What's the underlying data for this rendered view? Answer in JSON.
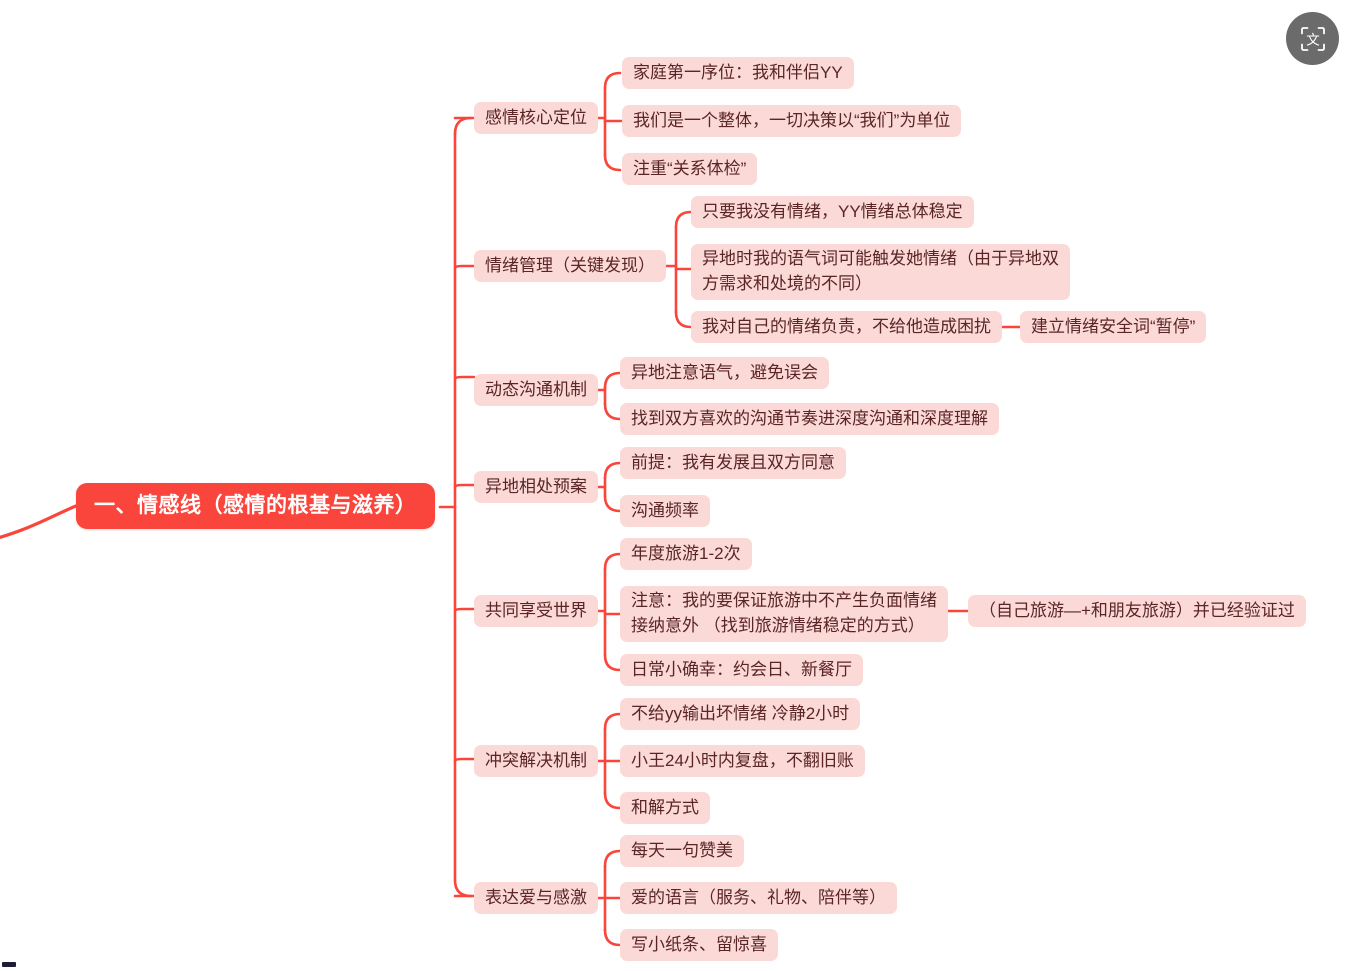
{
  "app": {
    "background_color": "#ffffff",
    "accent_color": "#f9453c",
    "node_fill_color": "#fbd9d7",
    "node_text_color": "#5a2525",
    "root_text_color": "#ffffff"
  },
  "toolbar": {
    "translate_button_label": "文",
    "translate_button_name": "translate-icon",
    "translate_button_color": "#6b6b6b"
  },
  "mindmap": {
    "root": {
      "label": "一、情感线（感情的根基与滋养）"
    },
    "branches": [
      {
        "label": "感情核心定位",
        "children": [
          {
            "label": "家庭第一序位：我和伴侣YY",
            "children": []
          },
          {
            "label": "我们是一个整体，一切决策以“我们”为单位",
            "children": []
          },
          {
            "label": "注重“关系体检”",
            "children": []
          }
        ]
      },
      {
        "label": "情绪管理（关键发现）",
        "children": [
          {
            "label": "只要我没有情绪，YY情绪总体稳定",
            "children": []
          },
          {
            "label": "异地时我的语气词可能触发她情绪（由于异地双\n方需求和处境的不同）",
            "children": []
          },
          {
            "label": "我对自己的情绪负责，不给他造成困扰",
            "children": [
              {
                "label": "建立情绪安全词“暂停”"
              }
            ]
          }
        ]
      },
      {
        "label": "动态沟通机制",
        "children": [
          {
            "label": "异地注意语气，避免误会",
            "children": []
          },
          {
            "label": "找到双方喜欢的沟通节奏进深度沟通和深度理解",
            "children": []
          }
        ]
      },
      {
        "label": "异地相处预案",
        "children": [
          {
            "label": "前提：我有发展且双方同意",
            "children": []
          },
          {
            "label": "沟通频率",
            "children": []
          }
        ]
      },
      {
        "label": "共同享受世界",
        "children": [
          {
            "label": "年度旅游1-2次",
            "children": []
          },
          {
            "label": "注意：我的要保证旅游中不产生负面情绪\n接纳意外 （找到旅游情绪稳定的方式）",
            "children": [
              {
                "label": "（自己旅游—+和朋友旅游）并已经验证过"
              }
            ]
          },
          {
            "label": "日常小确幸：约会日、新餐厅",
            "children": []
          }
        ]
      },
      {
        "label": "冲突解决机制",
        "children": [
          {
            "label": "不给yy输出坏情绪 冷静2小时",
            "children": []
          },
          {
            "label": "小王24小时内复盘，不翻旧账",
            "children": []
          },
          {
            "label": "和解方式",
            "children": []
          }
        ]
      },
      {
        "label": "表达爱与感激",
        "children": [
          {
            "label": "每天一句赞美",
            "children": []
          },
          {
            "label": "爱的语言（服务、礼物、陪伴等）",
            "children": []
          },
          {
            "label": "写小纸条、留惊喜",
            "children": []
          }
        ]
      }
    ]
  }
}
